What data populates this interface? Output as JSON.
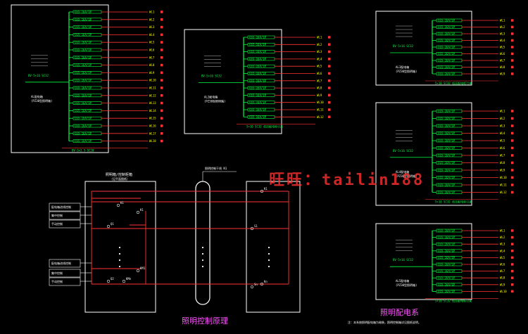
{
  "colors": {
    "background": "#000000",
    "frame": "#ffffff",
    "bus": "#00ff40",
    "breaker": "#00ff40",
    "circuit_line": "#ff3333",
    "circuit_label": "#ffff00",
    "control_line": "#ff3333",
    "title": "#ff55ff",
    "watermark": "#ff2020"
  },
  "watermark": "旺旺：tailin188",
  "lighting_system_title": "照明配电系",
  "control_title": "照明控制原理",
  "bottom_note": "注：本系统照明配电箱为暗装，照明控制箱详见图纸说明。",
  "control_bus_label": "照明控制干线 N1",
  "control_cabinet_title": "照明箱/控制柜箱",
  "control_cabinet_subtitle": "（见平面图纸）",
  "left_labels": [
    "配电箱进线控制",
    "集中控制",
    "手动控制",
    "配电箱进线控制",
    "集中控制",
    "手动控制"
  ],
  "node_labels": [
    "K1",
    "K1",
    "Q1",
    "KM1",
    "Q2",
    "KMn",
    "S1",
    "Sn",
    "K1",
    "Kn"
  ],
  "panels": [
    {
      "name": "AL配电箱",
      "note": "(PZ30型照明箱)",
      "feeder": "BV-5×16  SC32",
      "out_cable": "BV-3×2.5  SC20"
    },
    {
      "name": "AL2配电箱",
      "note": "(PZ30型照明箱)",
      "feeder": "BV-5×16  SC32",
      "out_cable": "5×10  SC32 低压配电柜引来"
    },
    {
      "name": "AL3配电箱",
      "note": "(PZ30型照明箱)",
      "feeder": "BV-5×16  SC32",
      "out_cable": "5×10  SC32 低压配电柜引来"
    },
    {
      "name": "AL4配电箱",
      "note": "(PZ30型照明箱)",
      "feeder": "BV-5×16  SC32",
      "out_cable": "5×10  SC32 低压配电柜引来"
    },
    {
      "name": "AL5配电箱",
      "note": "(PZ30型照明箱)",
      "feeder": "BV-5×16  SC32",
      "out_cable": "5×10  SC32 低压配电柜引来"
    }
  ],
  "breaker_label": "C65-16A/1P",
  "circuit_labels": [
    "WL1",
    "WL2",
    "WL3",
    "WL4",
    "WL5",
    "WL6",
    "WL7",
    "WL8",
    "WL9",
    "WL10",
    "WL11",
    "WL12",
    "WL13",
    "WL14",
    "WL15",
    "WL16",
    "WL17",
    "WL18"
  ]
}
